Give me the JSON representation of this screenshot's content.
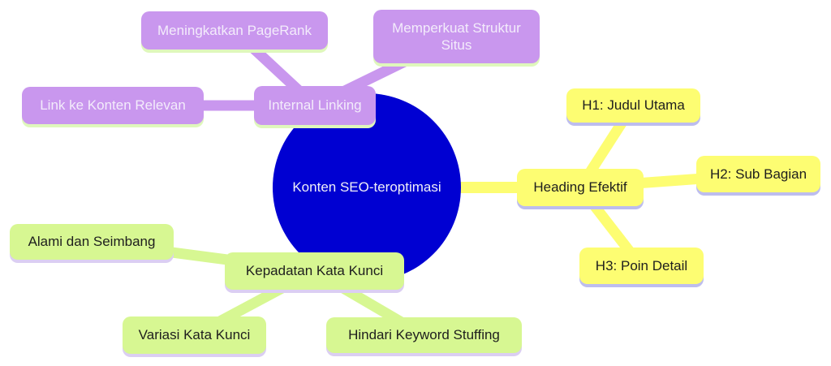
{
  "diagram_type": "mindmap",
  "colors": {
    "root_fill": "#0000D2",
    "root_text": "#F0EFF8",
    "purple_fill": "#C997EE",
    "purple_text": "#F3ECFB",
    "purple_shadow": "#DFF7BC",
    "yellow_fill": "#FDFD72",
    "yellow_shadow": "#BDBDEE",
    "green_fill": "#D7F792",
    "green_shadow": "#DBCEF2",
    "dark_text": "#1E1E1E"
  },
  "root": {
    "label": "Konten SEO-teroptimasi"
  },
  "branches": [
    {
      "label": "Internal Linking",
      "section": "purple",
      "children": [
        {
          "label": "Meningkatkan PageRank"
        },
        {
          "label": "Memperkuat Struktur Situs"
        },
        {
          "label": "Link ke Konten Relevan"
        }
      ]
    },
    {
      "label": "Heading Efektif",
      "section": "yellow",
      "children": [
        {
          "label": "H1: Judul Utama"
        },
        {
          "label": "H2: Sub Bagian"
        },
        {
          "label": "H3: Poin Detail"
        }
      ]
    },
    {
      "label": "Kepadatan Kata Kunci",
      "section": "green",
      "children": [
        {
          "label": "Alami dan Seimbang"
        },
        {
          "label": "Variasi Kata Kunci"
        },
        {
          "label": "Hindari Keyword Stuffing"
        }
      ]
    }
  ]
}
